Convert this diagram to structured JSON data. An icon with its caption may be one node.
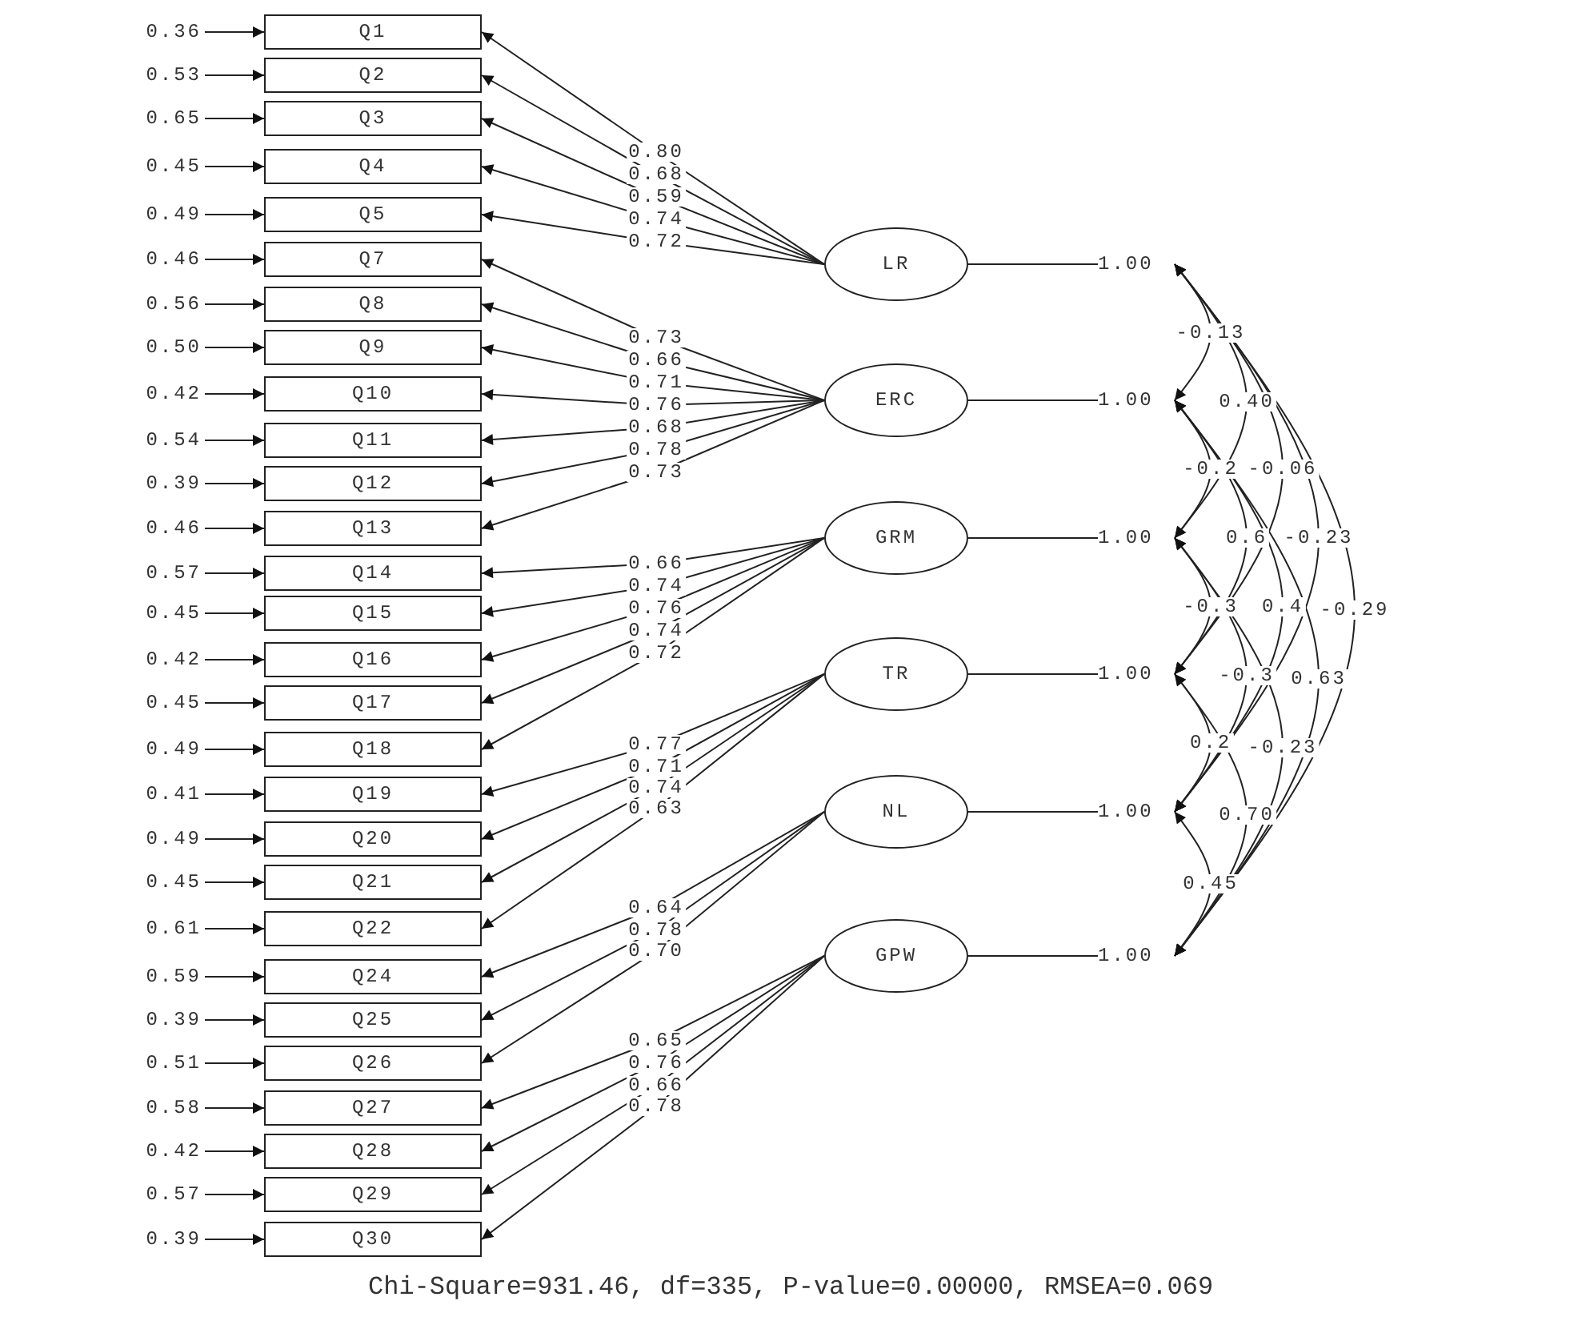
{
  "diagram": {
    "caption": "Chi-Square=931.46, df=335, P-value=0.00000, RMSEA=0.069",
    "nodes": [
      {
        "text": [
          "0.36"
        ]
      },
      {
        "text": [
          "0.53"
        ]
      },
      {
        "text": [
          "0.65"
        ]
      },
      {
        "text": [
          "0.45"
        ]
      },
      {
        "text": [
          "0.49"
        ]
      },
      {
        "text": [
          "0.46"
        ]
      },
      {
        "text": [
          "0.56"
        ]
      },
      {
        "text": [
          "0.50"
        ]
      },
      {
        "text": [
          "0.42"
        ]
      },
      {
        "text": [
          "0.54"
        ]
      },
      {
        "text": [
          "0.39"
        ]
      },
      {
        "text": [
          "0.46"
        ]
      },
      {
        "text": [
          "0.57"
        ]
      },
      {
        "text": [
          "0.45"
        ]
      },
      {
        "text": [
          "0.42"
        ]
      },
      {
        "text": [
          "0.45"
        ]
      },
      {
        "text": [
          "0.49"
        ]
      },
      {
        "text": [
          "0.41"
        ]
      },
      {
        "text": [
          "0.49"
        ]
      },
      {
        "text": [
          "0.45"
        ]
      },
      {
        "text": [
          "0.61"
        ]
      },
      {
        "text": [
          "0.59"
        ]
      },
      {
        "text": [
          "0.39"
        ]
      },
      {
        "text": [
          "0.51"
        ]
      },
      {
        "text": [
          "0.58"
        ]
      },
      {
        "text": [
          "0.42"
        ]
      },
      {
        "text": [
          "0.57"
        ]
      },
      {
        "text": [
          "0.39"
        ]
      },
      {
        "text": [
          "Q1"
        ]
      },
      {
        "text": [
          "Q2"
        ]
      },
      {
        "text": [
          "Q3"
        ]
      },
      {
        "text": [
          "Q4"
        ]
      },
      {
        "text": [
          "Q5"
        ]
      },
      {
        "text": [
          "Q7"
        ]
      },
      {
        "text": [
          "Q8"
        ]
      },
      {
        "text": [
          "Q9"
        ]
      },
      {
        "text": [
          "Q10"
        ]
      },
      {
        "text": [
          "Q11"
        ]
      },
      {
        "text": [
          "Q12"
        ]
      },
      {
        "text": [
          "Q13"
        ]
      },
      {
        "text": [
          "Q14"
        ]
      },
      {
        "text": [
          "Q15"
        ]
      },
      {
        "text": [
          "Q16"
        ]
      },
      {
        "text": [
          "Q17"
        ]
      },
      {
        "text": [
          "Q18"
        ]
      },
      {
        "text": [
          "Q19"
        ]
      },
      {
        "text": [
          "Q20"
        ]
      },
      {
        "text": [
          "Q21"
        ]
      },
      {
        "text": [
          "Q22"
        ]
      },
      {
        "text": [
          "Q24"
        ]
      },
      {
        "text": [
          "Q25"
        ]
      },
      {
        "text": [
          "Q26"
        ]
      },
      {
        "text": [
          "Q27"
        ]
      },
      {
        "text": [
          "Q28"
        ]
      },
      {
        "text": [
          "Q29"
        ]
      },
      {
        "text": [
          "Q30"
        ]
      },
      {
        "text": [
          "LR"
        ]
      },
      {
        "text": [
          "ERC"
        ]
      },
      {
        "text": [
          "GRM"
        ]
      },
      {
        "text": [
          "TR"
        ]
      },
      {
        "text": [
          "NL"
        ]
      },
      {
        "text": [
          "GPW"
        ]
      },
      {
        "text": [
          "1.00"
        ]
      },
      {
        "text": [
          "1.00"
        ]
      },
      {
        "text": [
          "1.00"
        ]
      },
      {
        "text": [
          "1.00"
        ]
      },
      {
        "text": [
          "1.00"
        ]
      },
      {
        "text": [
          "1.00"
        ]
      }
    ],
    "edges": [
      {
        "from": 0,
        "to": 28,
        "arrow": "to"
      },
      {
        "from": 1,
        "to": 29,
        "arrow": "to"
      },
      {
        "from": 2,
        "to": 30,
        "arrow": "to"
      },
      {
        "from": 3,
        "to": 31,
        "arrow": "to"
      },
      {
        "from": 4,
        "to": 32,
        "arrow": "to"
      },
      {
        "from": 5,
        "to": 33,
        "arrow": "to"
      },
      {
        "from": 6,
        "to": 34,
        "arrow": "to"
      },
      {
        "from": 7,
        "to": 35,
        "arrow": "to"
      },
      {
        "from": 8,
        "to": 36,
        "arrow": "to"
      },
      {
        "from": 9,
        "to": 37,
        "arrow": "to"
      },
      {
        "from": 10,
        "to": 38,
        "arrow": "to"
      },
      {
        "from": 11,
        "to": 39,
        "arrow": "to"
      },
      {
        "from": 12,
        "to": 40,
        "arrow": "to"
      },
      {
        "from": 13,
        "to": 41,
        "arrow": "to"
      },
      {
        "from": 14,
        "to": 42,
        "arrow": "to"
      },
      {
        "from": 15,
        "to": 43,
        "arrow": "to"
      },
      {
        "from": 16,
        "to": 44,
        "arrow": "to"
      },
      {
        "from": 17,
        "to": 45,
        "arrow": "to"
      },
      {
        "from": 18,
        "to": 46,
        "arrow": "to"
      },
      {
        "from": 19,
        "to": 47,
        "arrow": "to"
      },
      {
        "from": 20,
        "to": 48,
        "arrow": "to"
      },
      {
        "from": 21,
        "to": 49,
        "arrow": "to"
      },
      {
        "from": 22,
        "to": 50,
        "arrow": "to"
      },
      {
        "from": 23,
        "to": 51,
        "arrow": "to"
      },
      {
        "from": 24,
        "to": 52,
        "arrow": "to"
      },
      {
        "from": 25,
        "to": 53,
        "arrow": "to"
      },
      {
        "from": 26,
        "to": 54,
        "arrow": "to"
      },
      {
        "from": 27,
        "to": 55,
        "arrow": "to"
      },
      {
        "from": 56,
        "to": 28,
        "label": "0.80",
        "arrow": "to"
      },
      {
        "from": 56,
        "to": 29,
        "label": "0.68",
        "arrow": "to"
      },
      {
        "from": 56,
        "to": 30,
        "label": "0.59",
        "arrow": "to"
      },
      {
        "from": 56,
        "to": 31,
        "label": "0.74",
        "arrow": "to"
      },
      {
        "from": 56,
        "to": 32,
        "label": "0.72",
        "arrow": "to"
      },
      {
        "from": 57,
        "to": 33,
        "label": "0.73",
        "arrow": "to"
      },
      {
        "from": 57,
        "to": 34,
        "label": "0.66",
        "arrow": "to"
      },
      {
        "from": 57,
        "to": 35,
        "label": "0.71",
        "arrow": "to"
      },
      {
        "from": 57,
        "to": 36,
        "label": "0.76",
        "arrow": "to"
      },
      {
        "from": 57,
        "to": 37,
        "label": "0.68",
        "arrow": "to"
      },
      {
        "from": 57,
        "to": 38,
        "label": "0.78",
        "arrow": "to"
      },
      {
        "from": 57,
        "to": 39,
        "label": "0.73",
        "arrow": "to"
      },
      {
        "from": 58,
        "to": 40,
        "label": "0.66",
        "arrow": "to"
      },
      {
        "from": 58,
        "to": 41,
        "label": "0.74",
        "arrow": "to"
      },
      {
        "from": 58,
        "to": 42,
        "label": "0.76",
        "arrow": "to"
      },
      {
        "from": 58,
        "to": 43,
        "label": "0.74",
        "arrow": "to"
      },
      {
        "from": 58,
        "to": 44,
        "label": "0.72",
        "arrow": "to"
      },
      {
        "from": 59,
        "to": 45,
        "label": "0.77",
        "arrow": "to"
      },
      {
        "from": 59,
        "to": 46,
        "label": "0.71",
        "arrow": "to"
      },
      {
        "from": 59,
        "to": 47,
        "label": "0.74",
        "arrow": "to"
      },
      {
        "from": 59,
        "to": 48,
        "label": "0.63",
        "arrow": "to"
      },
      {
        "from": 60,
        "to": 49,
        "label": "0.64",
        "arrow": "to"
      },
      {
        "from": 60,
        "to": 50,
        "label": "0.78",
        "arrow": "to"
      },
      {
        "from": 60,
        "to": 51,
        "label": "0.70",
        "arrow": "to"
      },
      {
        "from": 61,
        "to": 52,
        "label": "0.65",
        "arrow": "to"
      },
      {
        "from": 61,
        "to": 53,
        "label": "0.76",
        "arrow": "to"
      },
      {
        "from": 61,
        "to": 54,
        "label": "0.66",
        "arrow": "to"
      },
      {
        "from": 61,
        "to": 55,
        "label": "0.78",
        "arrow": "to"
      },
      {
        "from": 56,
        "to": 62,
        "arrow": "none"
      },
      {
        "from": 57,
        "to": 63,
        "arrow": "none"
      },
      {
        "from": 58,
        "to": 64,
        "arrow": "none"
      },
      {
        "from": 59,
        "to": 65,
        "arrow": "none"
      },
      {
        "from": 60,
        "to": 66,
        "arrow": "none"
      },
      {
        "from": 61,
        "to": 67,
        "arrow": "none"
      },
      {
        "from": 62,
        "to": 63,
        "label": "-0.13",
        "arrow": "both"
      },
      {
        "from": 62,
        "to": 64,
        "label": "0.40",
        "arrow": "both"
      },
      {
        "from": 63,
        "to": 64,
        "label": "-0.2",
        "arrow": "both"
      },
      {
        "from": 62,
        "to": 65,
        "label": "-0.06",
        "arrow": "both"
      },
      {
        "from": 63,
        "to": 65,
        "label": "0.6",
        "arrow": "both"
      },
      {
        "from": 62,
        "to": 66,
        "label": "-0.23",
        "arrow": "both"
      },
      {
        "from": 64,
        "to": 65,
        "label": "-0.3",
        "arrow": "both"
      },
      {
        "from": 63,
        "to": 66,
        "label": "0.4",
        "arrow": "both"
      },
      {
        "from": 62,
        "to": 67,
        "label": "-0.29",
        "arrow": "both"
      },
      {
        "from": 64,
        "to": 66,
        "label": "-0.3",
        "arrow": "both"
      },
      {
        "from": 63,
        "to": 67,
        "label": "0.63",
        "arrow": "both"
      },
      {
        "from": 65,
        "to": 66,
        "label": "0.2",
        "arrow": "both"
      },
      {
        "from": 64,
        "to": 67,
        "label": "-0.23",
        "arrow": "both"
      },
      {
        "from": 65,
        "to": 67,
        "label": "0.70",
        "arrow": "both"
      },
      {
        "from": 66,
        "to": 67,
        "label": "0.45",
        "arrow": "both"
      }
    ]
  }
}
